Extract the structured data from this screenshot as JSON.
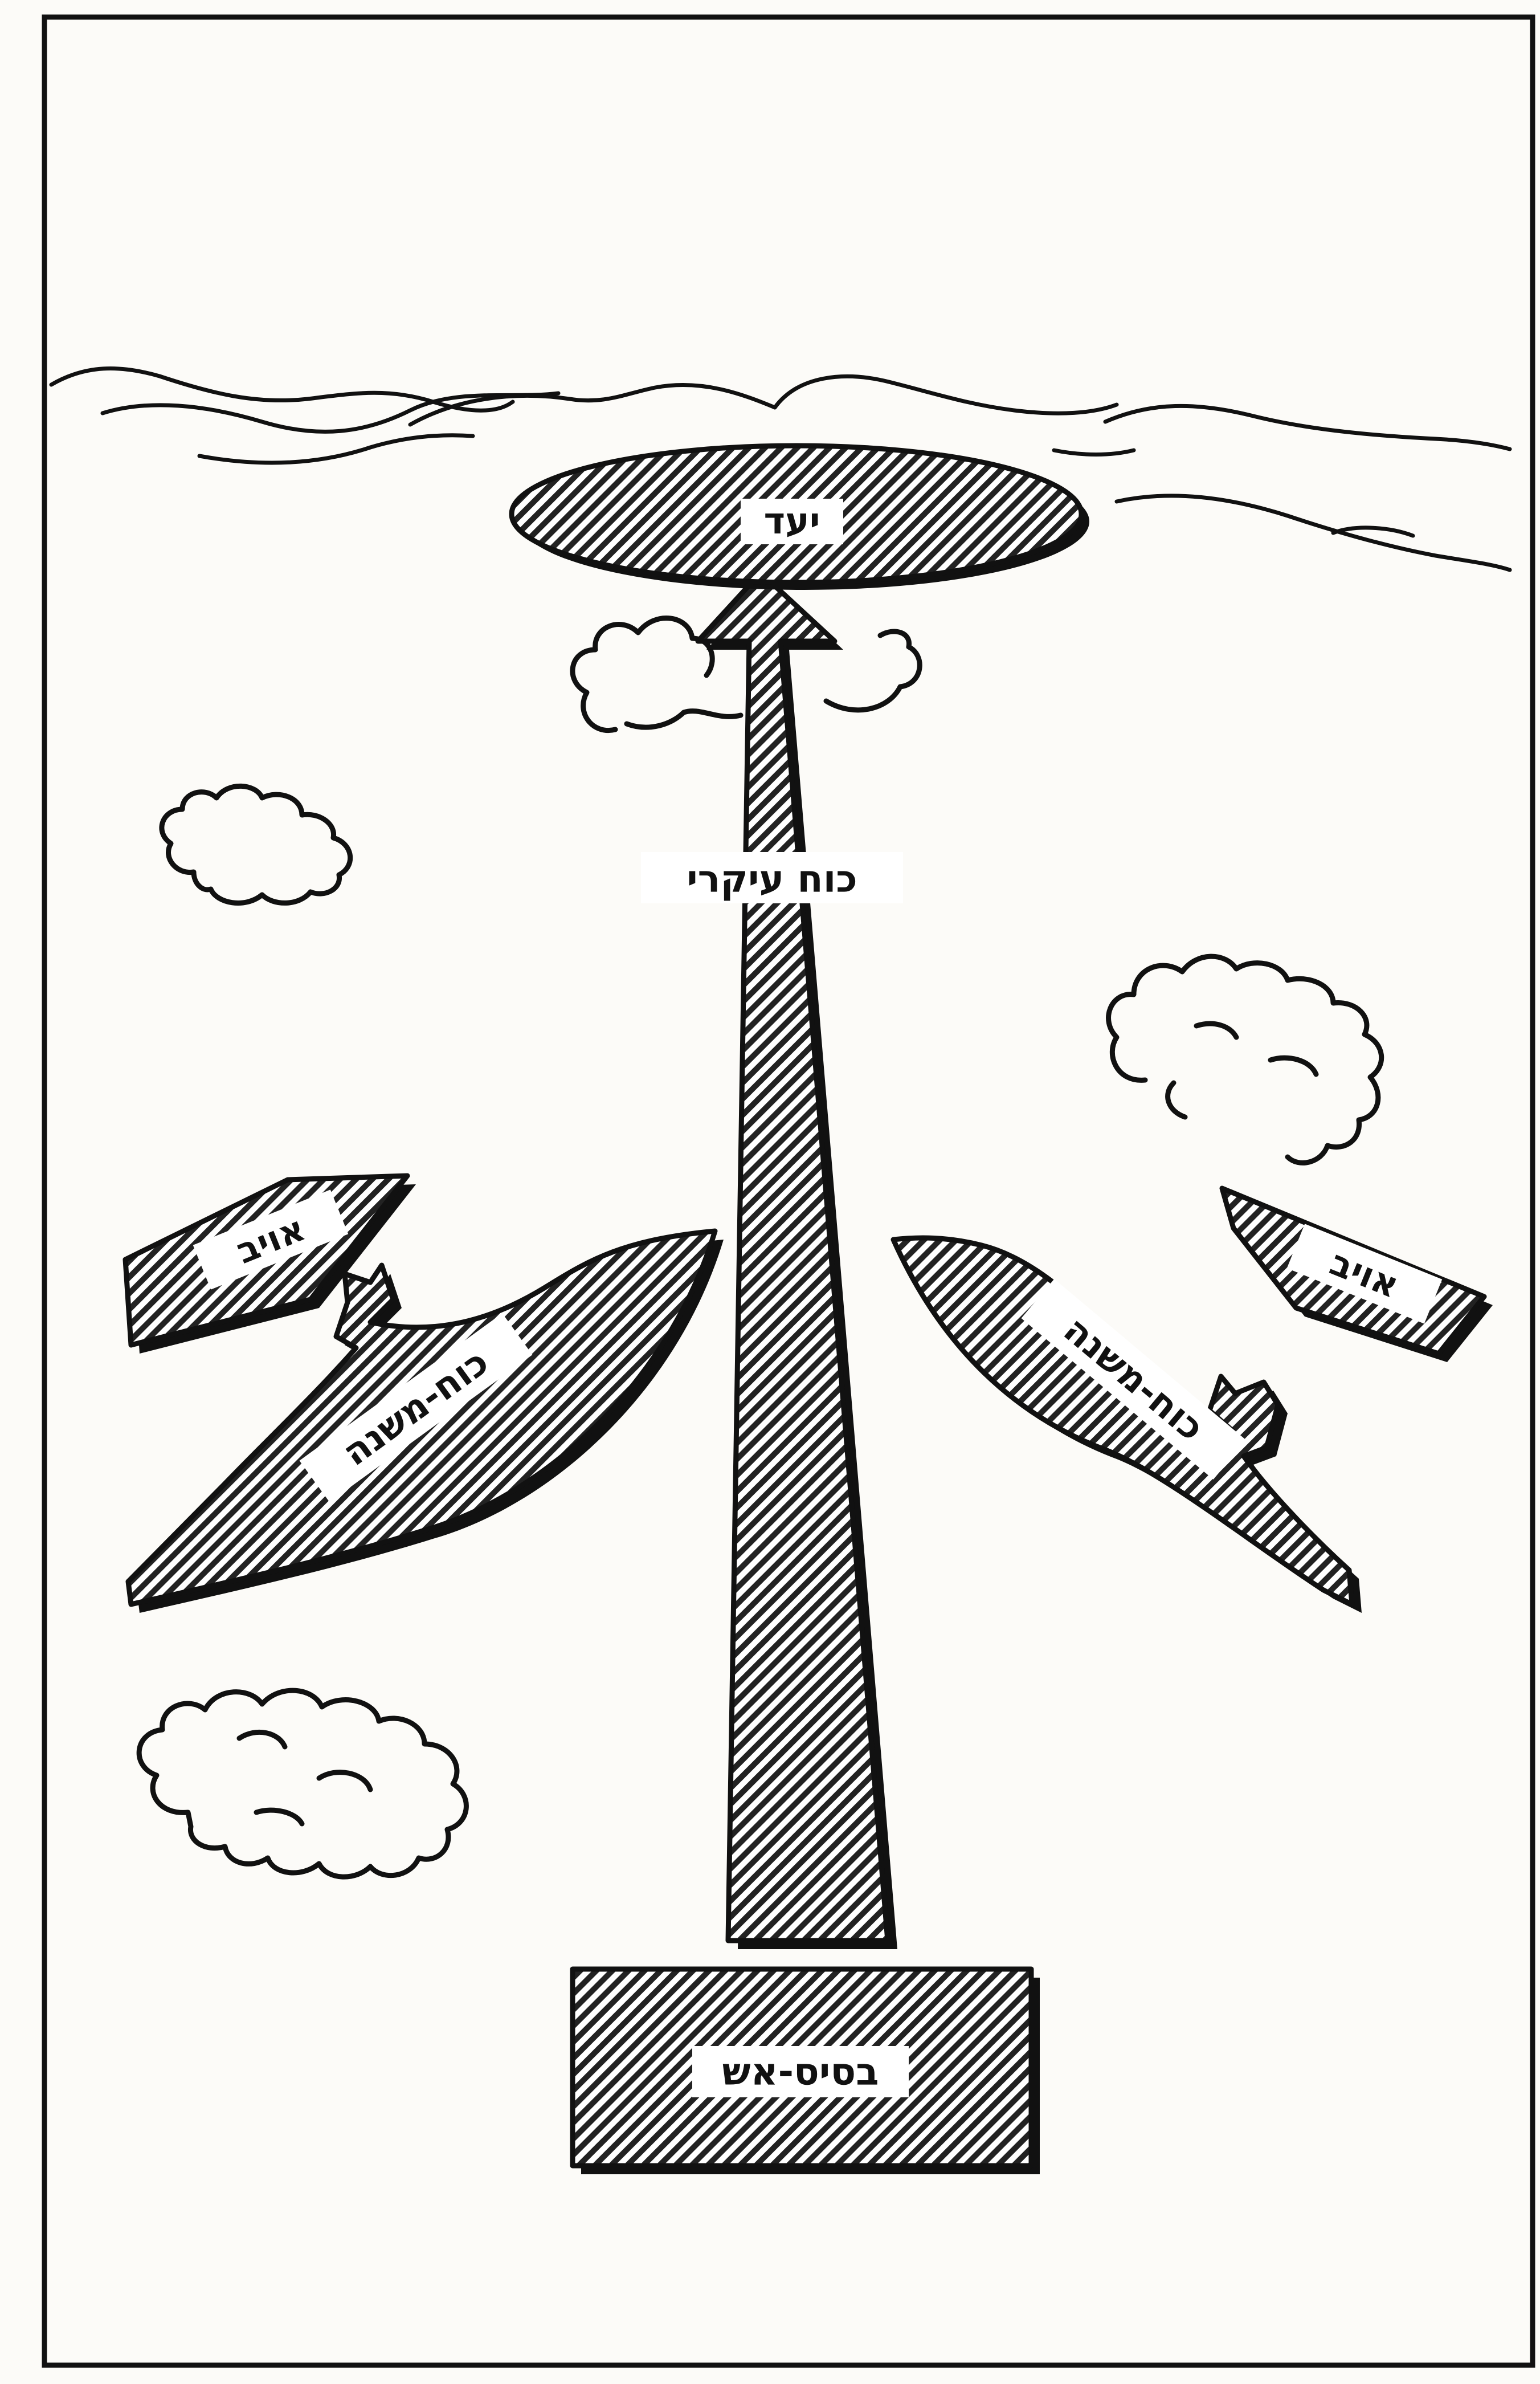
{
  "diagram": {
    "type": "military maneuver schematic",
    "target_label": "יעד",
    "main_force_label": "כוח עיקרי",
    "secondary_force_left_label": "כוח-משנה",
    "secondary_force_right_label": "כוח-משנה",
    "enemy_left_label": "אויב",
    "enemy_right_label": "אויב",
    "fire_base_label": "בסיס-אש"
  }
}
